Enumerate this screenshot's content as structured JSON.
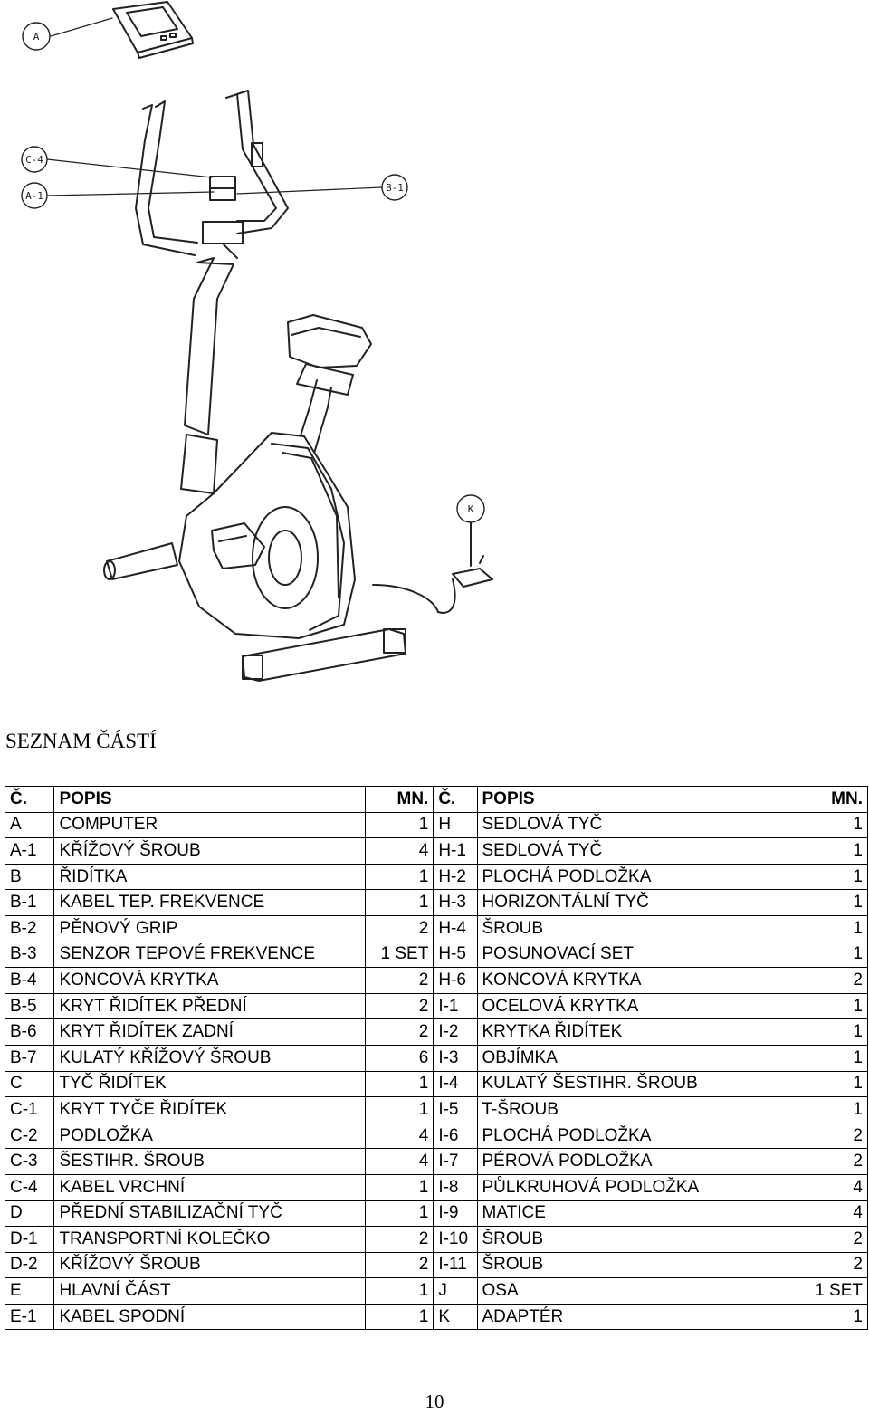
{
  "diagram": {
    "callouts": [
      "A",
      "C-4",
      "A-1",
      "B-1",
      "K"
    ]
  },
  "title": "SEZNAM ČÁSTÍ",
  "table": {
    "headers": [
      "Č.",
      "POPIS",
      "MN.",
      "Č.",
      "POPIS",
      "MN."
    ],
    "rows": [
      [
        "A",
        "COMPUTER",
        "1",
        "H",
        "SEDLOVÁ TYČ",
        "1"
      ],
      [
        "A-1",
        "KŘÍŽOVÝ ŠROUB",
        "4",
        "H-1",
        "SEDLOVÁ TYČ",
        "1"
      ],
      [
        "B",
        "ŘIDÍTKA",
        "1",
        "H-2",
        "PLOCHÁ PODLOŽKA",
        "1"
      ],
      [
        "B-1",
        "KABEL TEP. FREKVENCE",
        "1",
        "H-3",
        "HORIZONTÁLNÍ TYČ",
        "1"
      ],
      [
        "B-2",
        "PĚNOVÝ GRIP",
        "2",
        "H-4",
        "ŠROUB",
        "1"
      ],
      [
        "B-3",
        "SENZOR TEPOVÉ FREKVENCE",
        "1 SET",
        "H-5",
        "POSUNOVACÍ SET",
        "1"
      ],
      [
        "B-4",
        "KONCOVÁ KRYTKA",
        "2",
        "H-6",
        "KONCOVÁ KRYTKA",
        "2"
      ],
      [
        "B-5",
        "KRYT ŘIDÍTEK PŘEDNÍ",
        "2",
        "I-1",
        "OCELOVÁ KRYTKA",
        "1"
      ],
      [
        "B-6",
        "KRYT ŘIDÍTEK ZADNÍ",
        "2",
        "I-2",
        "KRYTKA ŘIDÍTEK",
        "1"
      ],
      [
        "B-7",
        "KULATÝ KŘÍŽOVÝ ŠROUB",
        "6",
        "I-3",
        "OBJÍMKA",
        "1"
      ],
      [
        "C",
        "TYČ ŘIDÍTEK",
        "1",
        "I-4",
        "KULATÝ ŠESTIHR. ŠROUB",
        "1"
      ],
      [
        "C-1",
        "KRYT TYČE ŘIDÍTEK",
        "1",
        "I-5",
        "T-ŠROUB",
        "1"
      ],
      [
        "C-2",
        "PODLOŽKA",
        "4",
        "I-6",
        "PLOCHÁ PODLOŽKA",
        "2"
      ],
      [
        "C-3",
        "ŠESTIHR. ŠROUB",
        "4",
        "I-7",
        "PÉROVÁ PODLOŽKA",
        "2"
      ],
      [
        "C-4",
        "KABEL VRCHNÍ",
        "1",
        "I-8",
        "PŮLKRUHOVÁ PODLOŽKA",
        "4"
      ],
      [
        "D",
        "PŘEDNÍ STABILIZAČNÍ TYČ",
        "1",
        "I-9",
        "MATICE",
        "4"
      ],
      [
        "D-1",
        "TRANSPORTNÍ KOLEČKO",
        "2",
        "I-10",
        "ŠROUB",
        "2"
      ],
      [
        "D-2",
        "KŘÍŽOVÝ ŠROUB",
        "2",
        "I-11",
        "ŠROUB",
        "2"
      ],
      [
        "E",
        "HLAVNÍ ČÁST",
        "1",
        "J",
        "OSA",
        "1 SET"
      ],
      [
        "E-1",
        "KABEL SPODNÍ",
        "1",
        "K",
        "ADAPTÉR",
        "1"
      ]
    ]
  },
  "page_number": "10"
}
